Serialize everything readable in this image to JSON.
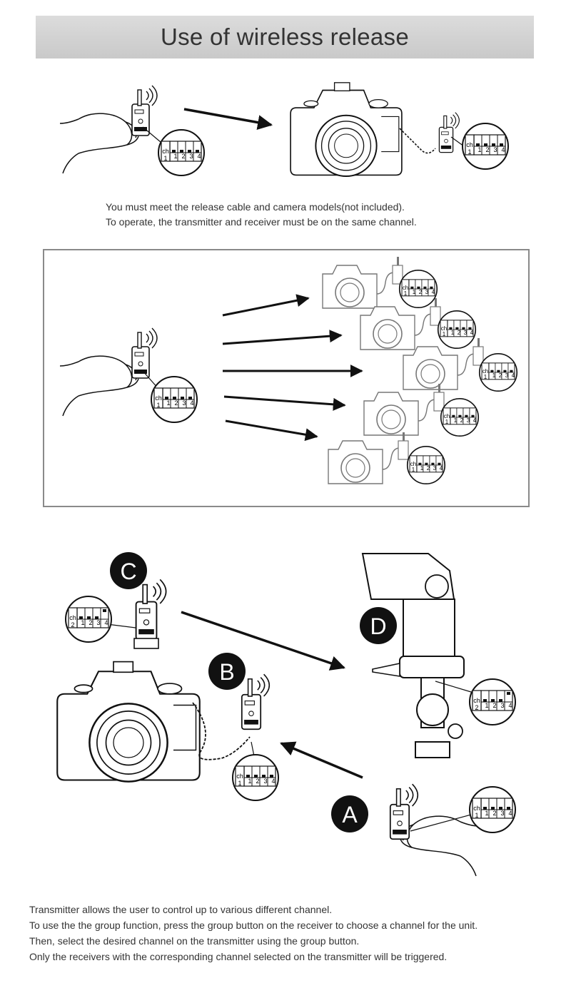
{
  "header": {
    "title": "Use of wireless release"
  },
  "top_caption": {
    "line1": "You must meet the release cable and camera models(not included).",
    "line2": "To operate, the transmitter and receiver must be on the same channel."
  },
  "labels": {
    "a": "A",
    "b": "B",
    "c": "C",
    "d": "D"
  },
  "channel_switch": {
    "prefix": "ch",
    "ch1": "1",
    "ch2": "2",
    "positions": [
      "1",
      "2",
      "3",
      "4"
    ]
  },
  "bottom_caption": {
    "line1": "Transmitter allows the user to control up to various different channel.",
    "line2": "To use the the group function, press the group button on the receiver to choose a channel for the unit.",
    "line3": "Then, select the desired channel on the transmitter using the group button.",
    "line4": "Only the receivers with the corresponding channel selected on the transmitter will be triggered."
  }
}
